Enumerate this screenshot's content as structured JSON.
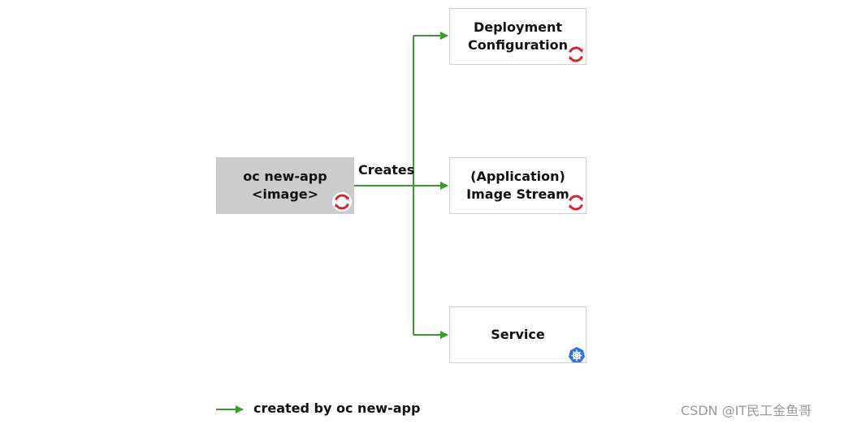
{
  "nodes": {
    "source": {
      "line1": "oc new-app",
      "line2": "<image>"
    },
    "deployment_config": {
      "line1": "Deployment",
      "line2": "Configuration"
    },
    "image_stream": {
      "line1": "(Application)",
      "line2": "Image Stream"
    },
    "service": {
      "line1": "Service"
    }
  },
  "edge_label": "Creates",
  "legend": {
    "label": "created by oc new-app"
  },
  "watermark": "CSDN @IT民工金鱼哥",
  "colors": {
    "arrow": "#3a9a2e",
    "openshift_red": "#d5252e",
    "kubernetes_blue": "#3170e5",
    "source_fill": "#cccccc",
    "box_border": "#cfcfcf"
  },
  "icons": {
    "openshift": "openshift-logo-icon",
    "kubernetes": "kubernetes-logo-icon"
  }
}
